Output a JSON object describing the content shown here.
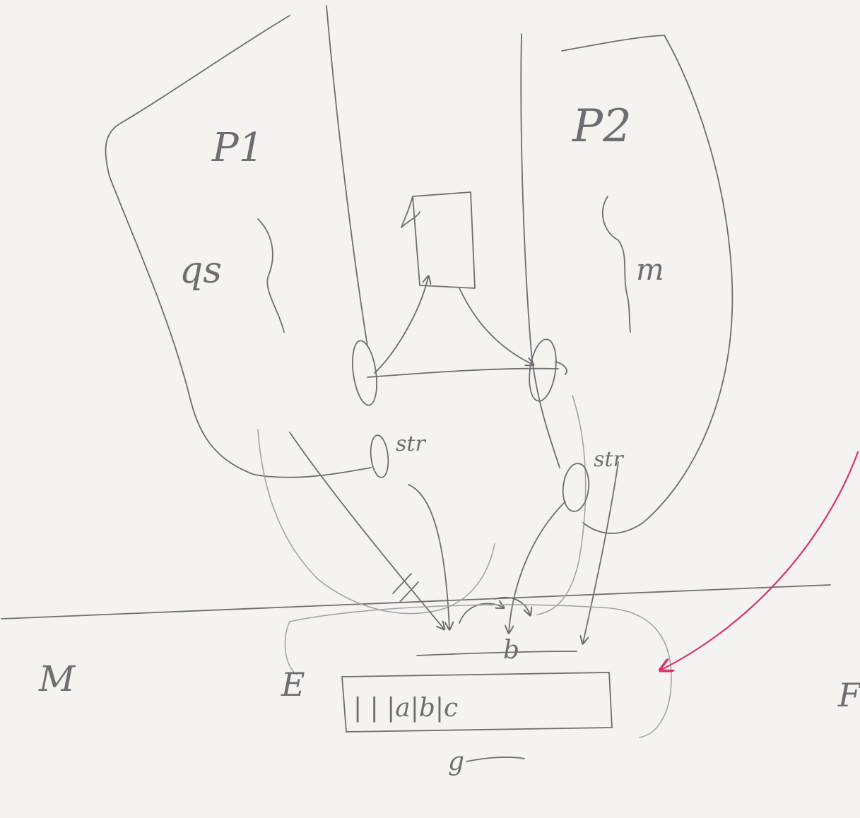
{
  "colors": {
    "paper": "#f4f3ef",
    "pencil": "#6e6e72",
    "pencil_light": "#a3a3a8",
    "red": "#d8326a"
  },
  "labels": {
    "process_1": "P1",
    "process_2": "P2",
    "qs": "qs",
    "m_upper": "m",
    "str_left": "str",
    "str_right": "str",
    "m_lower": "M",
    "e_lower": "E",
    "b_arrow": "b",
    "tape_cells": "| | |a|b|c",
    "g_below": "g",
    "f_cut": "F"
  }
}
